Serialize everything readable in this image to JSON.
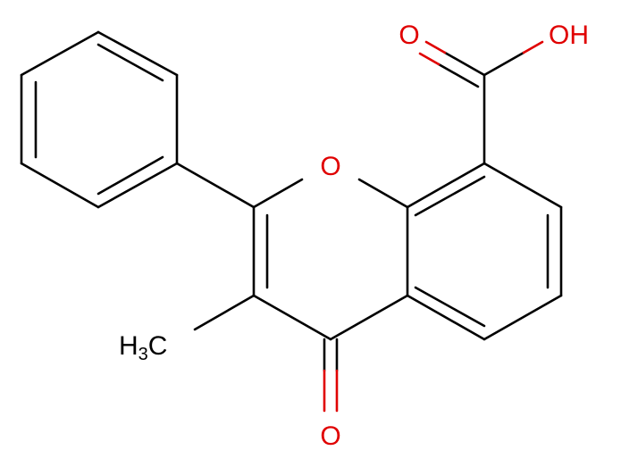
{
  "molecule": {
    "atoms": {
      "ring_oxygen": "O",
      "ketone_oxygen": "O",
      "carbonyl_oxygen": "O",
      "hydroxyl": "OH",
      "methyl_main": "H",
      "methyl_sub": "3",
      "methyl_tail": "C"
    },
    "colors": {
      "bond": "#000000",
      "oxygen": "#e00000",
      "background": "#ffffff"
    }
  }
}
